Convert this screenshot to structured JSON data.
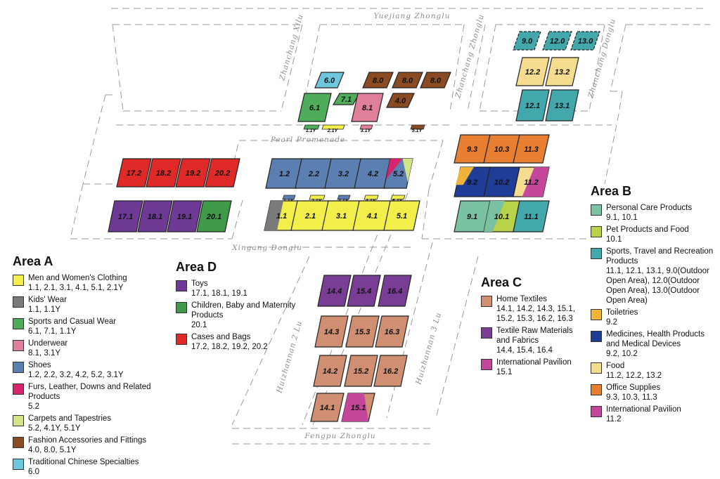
{
  "streets": {
    "yuejiang": "Yuejiang Zhonglu",
    "zhanchang_xilu": "Zhanchang Xilu",
    "zhanchang_zhonglu": "Zhanchang Zhonglu",
    "zhanchang_donglu": "Zhanchang Donglu",
    "pearl_promenade": "Pearl Promenade",
    "xingang_donglu": "Xingang Donglu",
    "huizhannan_2": "Huizhannan 2 Lu",
    "huizhannan_3": "Huizhannan 3 Lu",
    "fengpu": "Fengpu Zhonglu"
  },
  "colors": {
    "yellow": "#f3ef4a",
    "gray": "#7a7a7a",
    "green": "#4fac5b",
    "pink": "#e07f9a",
    "blue": "#5b7fb0",
    "magenta": "#d6246e",
    "lightgreen": "#d3e38a",
    "brown": "#8a4a22",
    "lightblue": "#6fc7de",
    "purple": "#6e3a96",
    "darkgreen": "#3f9b4a",
    "red": "#e02a27",
    "tan": "#d08f72",
    "violet": "#7a3d96",
    "pavilion": "#c4479b",
    "mint": "#7ac1a2",
    "lime": "#b8d349",
    "teal": "#43a8ac",
    "orange": "#f0b43a",
    "navy": "#1f3c97",
    "cream": "#f6dc8e",
    "office": "#e87e30",
    "intl": "#c4479b"
  },
  "halls": [
    {
      "label": "6.0",
      "fill": "#6fc7de"
    },
    {
      "label": "6.1",
      "fill": "#4fac5b"
    },
    {
      "label": "7.1",
      "fill": "#4fac5b"
    },
    {
      "label": "8.1",
      "fill": "#e07f9a"
    },
    {
      "label": "8.0",
      "fill": "#8a4a22"
    },
    {
      "label": "8.0",
      "fill": "#8a4a22"
    },
    {
      "label": "8.0",
      "fill": "#8a4a22"
    },
    {
      "label": "4.0",
      "fill": "#8a4a22"
    },
    {
      "label": "9.0",
      "fill": "#43a8ac"
    },
    {
      "label": "12.0",
      "fill": "#43a8ac"
    },
    {
      "label": "13.0",
      "fill": "#43a8ac"
    },
    {
      "label": "12.2",
      "fill": "#f6dc8e"
    },
    {
      "label": "13.2",
      "fill": "#f6dc8e"
    },
    {
      "label": "12.1",
      "fill": "#43a8ac"
    },
    {
      "label": "13.1",
      "fill": "#43a8ac"
    },
    {
      "label": "9.3",
      "fill": "#e87e30"
    },
    {
      "label": "10.3",
      "fill": "#e87e30"
    },
    {
      "label": "11.3",
      "fill": "#e87e30"
    },
    {
      "label": "9.2",
      "fill": "#1f3c97"
    },
    {
      "label": "10.2",
      "fill": "#1f3c97"
    },
    {
      "label": "11.2",
      "fill": "#f6dc8e"
    },
    {
      "label": "9.1",
      "fill": "#7ac1a2"
    },
    {
      "label": "10.1",
      "fill": "#b8d349"
    },
    {
      "label": "11.1",
      "fill": "#43a8ac"
    },
    {
      "label": "17.2",
      "fill": "#e02a27"
    },
    {
      "label": "18.2",
      "fill": "#e02a27"
    },
    {
      "label": "19.2",
      "fill": "#e02a27"
    },
    {
      "label": "20.2",
      "fill": "#e02a27"
    },
    {
      "label": "17.1",
      "fill": "#6e3a96"
    },
    {
      "label": "18.1",
      "fill": "#6e3a96"
    },
    {
      "label": "19.1",
      "fill": "#6e3a96"
    },
    {
      "label": "20.1",
      "fill": "#3f9b4a"
    },
    {
      "label": "1.2",
      "fill": "#5b7fb0"
    },
    {
      "label": "2.2",
      "fill": "#5b7fb0"
    },
    {
      "label": "3.2",
      "fill": "#5b7fb0"
    },
    {
      "label": "4.2",
      "fill": "#5b7fb0"
    },
    {
      "label": "5.2",
      "fill": "#5b7fb0"
    },
    {
      "label": "1.1",
      "fill": "#f3ef4a"
    },
    {
      "label": "2.1",
      "fill": "#f3ef4a"
    },
    {
      "label": "3.1",
      "fill": "#f3ef4a"
    },
    {
      "label": "4.1",
      "fill": "#f3ef4a"
    },
    {
      "label": "5.1",
      "fill": "#f3ef4a"
    },
    {
      "label": "14.4",
      "fill": "#7a3d96"
    },
    {
      "label": "15.4",
      "fill": "#7a3d96"
    },
    {
      "label": "16.4",
      "fill": "#7a3d96"
    },
    {
      "label": "14.3",
      "fill": "#d08f72"
    },
    {
      "label": "15.3",
      "fill": "#d08f72"
    },
    {
      "label": "16.3",
      "fill": "#d08f72"
    },
    {
      "label": "14.2",
      "fill": "#d08f72"
    },
    {
      "label": "15.2",
      "fill": "#d08f72"
    },
    {
      "label": "16.2",
      "fill": "#d08f72"
    },
    {
      "label": "14.1",
      "fill": "#d08f72"
    },
    {
      "label": "15.1",
      "fill": "#d08f72"
    }
  ],
  "strips": [
    {
      "label": "1.1Y",
      "fill": "#4fac5b"
    },
    {
      "label": "2.1Y",
      "fill": "#f3ef4a"
    },
    {
      "label": "3.1Y",
      "fill": "#e07f9a"
    },
    {
      "label": "5.1Y",
      "fill": "#8a4a22"
    },
    {
      "label": "1.1Y",
      "fill": "#5b7fb0"
    },
    {
      "label": "2.1Y",
      "fill": "#f3ef4a"
    },
    {
      "label": "3.1Y",
      "fill": "#5b7fb0"
    },
    {
      "label": "4.1Y",
      "fill": "#f3ef4a"
    },
    {
      "label": "5.1Y",
      "fill": "#f3ef4a"
    }
  ],
  "legend_a": {
    "title": "Area A",
    "items": [
      {
        "name": "Men and Women's Clothing",
        "codes": "1.1, 2.1, 3.1, 4.1, 5.1, 2.1Y",
        "color": "#f3ef4a"
      },
      {
        "name": "Kids' Wear",
        "codes": "1.1, 1.1Y",
        "color": "#7a7a7a"
      },
      {
        "name": "Sports and Casual Wear",
        "codes": "6.1, 7.1, 1.1Y",
        "color": "#4fac5b"
      },
      {
        "name": "Underwear",
        "codes": "8.1, 3.1Y",
        "color": "#e07f9a"
      },
      {
        "name": "Shoes",
        "codes": "1.2, 2.2, 3.2, 4.2, 5.2, 3.1Y",
        "color": "#5b7fb0"
      },
      {
        "name": "Furs, Leather, Downs and Related Products",
        "codes": "5.2",
        "color": "#d6246e"
      },
      {
        "name": "Carpets and Tapestries",
        "codes": "5.2, 4.1Y, 5.1Y",
        "color": "#d3e38a"
      },
      {
        "name": "Fashion Accessories and Fittings",
        "codes": "4.0, 8.0, 5.1Y",
        "color": "#8a4a22"
      },
      {
        "name": "Traditional Chinese Specialties",
        "codes": "6.0",
        "color": "#6fc7de"
      }
    ]
  },
  "legend_d": {
    "title": "Area D",
    "items": [
      {
        "name": "Toys",
        "codes": "17.1, 18.1, 19.1",
        "color": "#6e3a96"
      },
      {
        "name": "Children, Baby and Maternity Products",
        "codes": "20.1",
        "color": "#3f9b4a"
      },
      {
        "name": "Cases and Bags",
        "codes": "17.2, 18.2, 19.2, 20.2",
        "color": "#e02a27"
      }
    ]
  },
  "legend_c": {
    "title": "Area C",
    "items": [
      {
        "name": "Home Textiles",
        "codes": "14.1, 14.2, 14.3, 15.1, 15.2, 15.3, 16.2, 16.3",
        "color": "#d08f72"
      },
      {
        "name": "Textile Raw Materials and Fabrics",
        "codes": "14.4, 15.4, 16.4",
        "color": "#7a3d96"
      },
      {
        "name": "International Pavilion",
        "codes": "15.1",
        "color": "#c4479b"
      }
    ]
  },
  "legend_b": {
    "title": "Area B",
    "items": [
      {
        "name": "Personal Care Products",
        "codes": "9.1, 10.1",
        "color": "#7ac1a2"
      },
      {
        "name": "Pet Products and Food",
        "codes": "10.1",
        "color": "#b8d349"
      },
      {
        "name": "Sports, Travel and Recreation Products",
        "codes": "11.1, 12.1, 13.1, 9.0(Outdoor Open Area), 12.0(Outdoor Open Area), 13.0(Outdoor Open Area)",
        "color": "#43a8ac"
      },
      {
        "name": "Toiletries",
        "codes": "9.2",
        "color": "#f0b43a"
      },
      {
        "name": "Medicines, Health Products and Medical Devices",
        "codes": "9.2, 10.2",
        "color": "#1f3c97"
      },
      {
        "name": "Food",
        "codes": "11.2, 12.2, 13.2",
        "color": "#f6dc8e"
      },
      {
        "name": "Office Supplies",
        "codes": "9.3, 10.3, 11.3",
        "color": "#e87e30"
      },
      {
        "name": "International Pavilion",
        "codes": "11.2",
        "color": "#c4479b"
      }
    ]
  }
}
